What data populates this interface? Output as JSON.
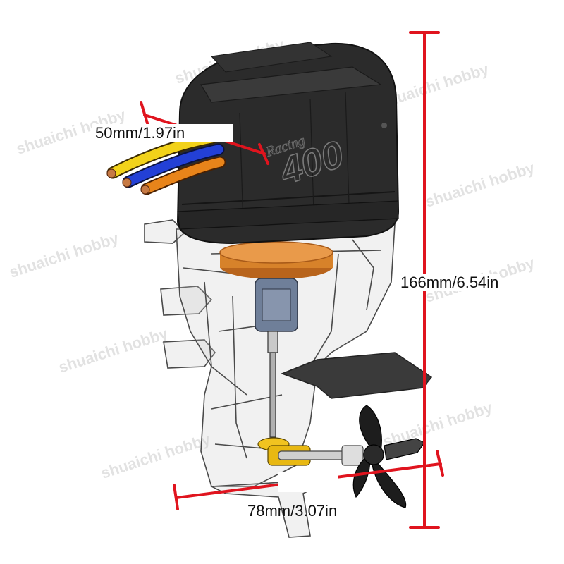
{
  "dimensions": {
    "width": "50mm/1.97in",
    "height": "166mm/6.54in",
    "length": "78mm/3.07in"
  },
  "watermark": "shuaichi hobby",
  "cover_text": {
    "brand_script": "Racing",
    "model_number": "400"
  },
  "colors": {
    "dimension_line": "#e0141e",
    "cowling": "#2b2b2b",
    "wire_yellow": "#f2d21a",
    "wire_blue": "#2340d6",
    "wire_orange": "#e8841a",
    "copper_ring": "#d7822a",
    "housing_outline": "#4a4a4a"
  },
  "icons": [
    "outboard-motor-illustration",
    "propeller-icon"
  ]
}
